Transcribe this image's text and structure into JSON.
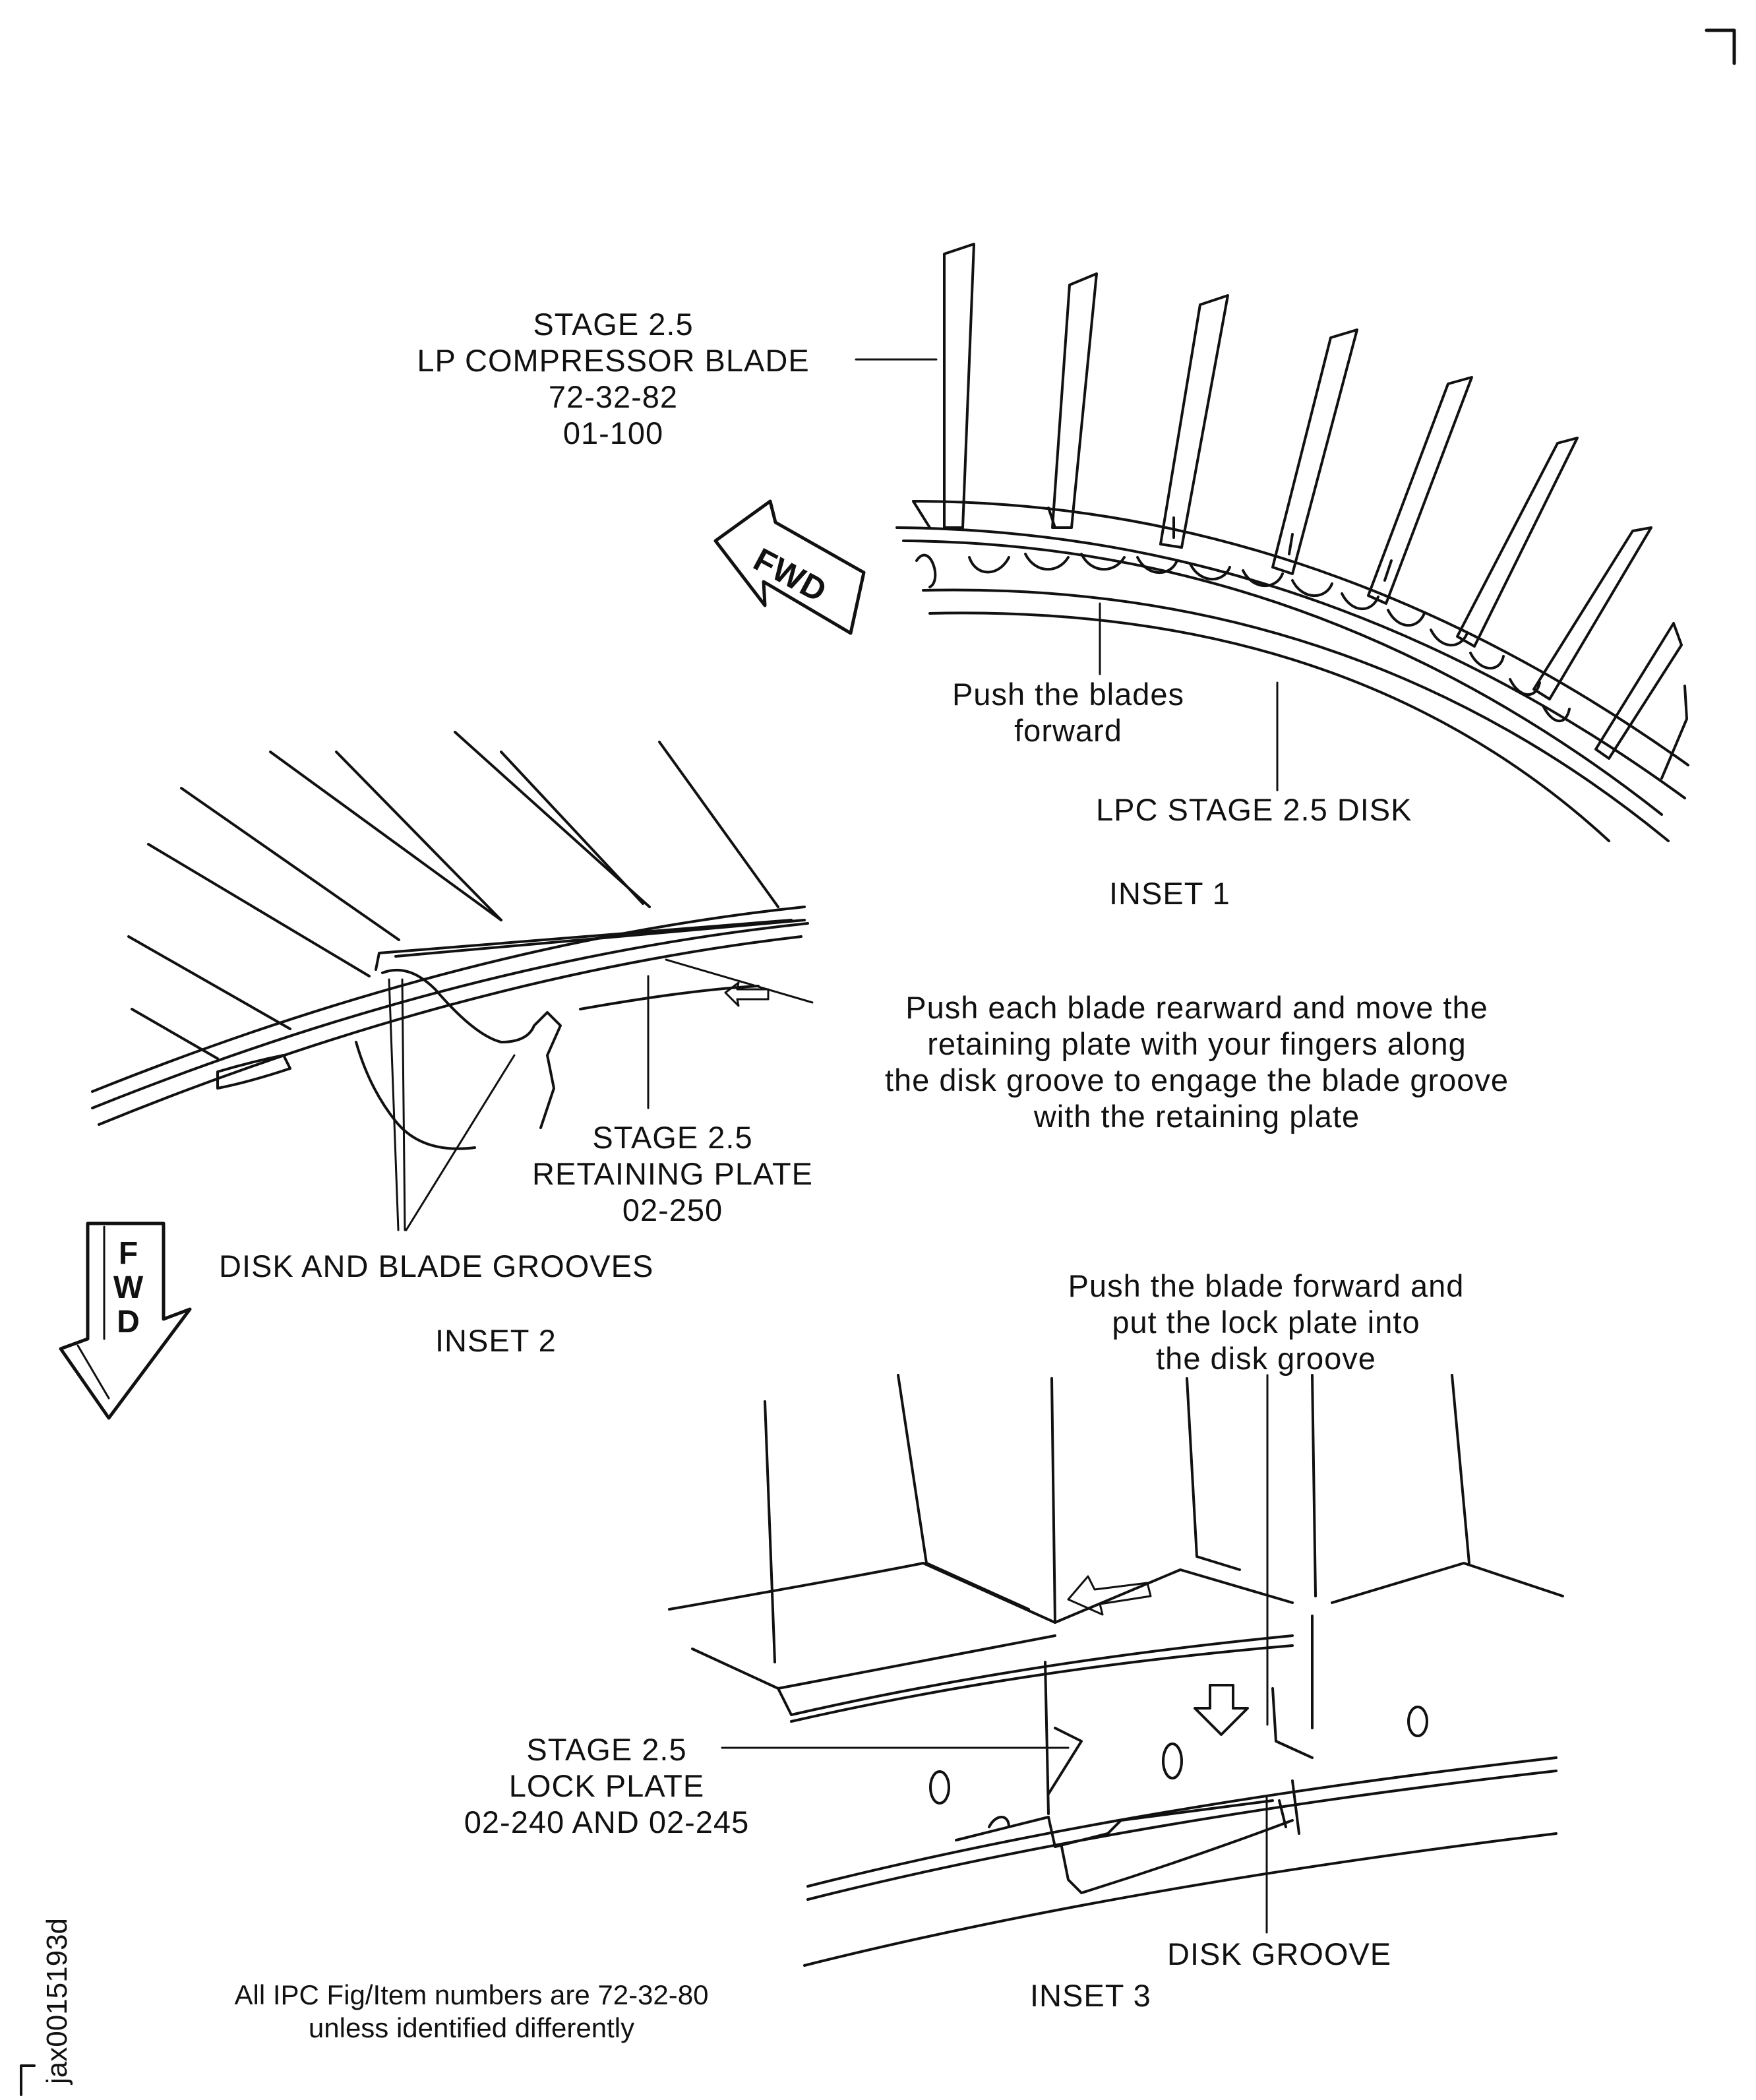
{
  "figure": {
    "figure_id": "jax0015193d",
    "footnote": {
      "line1": "All IPC Fig/Item numbers are 72-32-80",
      "line2": "unless identified differently"
    }
  },
  "inset1": {
    "caption": "INSET 1",
    "blade_callout": {
      "line1": "STAGE 2.5",
      "line2": "LP COMPRESSOR BLADE",
      "line3": "72-32-82",
      "line4": "01-100"
    },
    "push_callout": {
      "line1": "Push the blades",
      "line2": "forward"
    },
    "disk_callout": "LPC STAGE 2.5 DISK",
    "fwd_arrow": "FWD"
  },
  "inset2": {
    "caption": "INSET 2",
    "instruction": {
      "line1": "Push each blade rearward and move the",
      "line2": "retaining plate with your fingers along",
      "line3": "the disk groove to engage the blade groove",
      "line4": "with the retaining plate"
    },
    "plate_callout": {
      "line1": "STAGE 2.5",
      "line2": "RETAINING PLATE",
      "line3": "02-250"
    },
    "grooves_callout": "DISK AND BLADE GROOVES",
    "fwd_arrow": {
      "f": "F",
      "w": "W",
      "d": "D"
    }
  },
  "inset3": {
    "caption": "INSET 3",
    "instruction": {
      "line1": "Push the blade forward and",
      "line2": "put the lock plate into",
      "line3": "the disk groove"
    },
    "lock_plate_callout": {
      "line1": "STAGE 2.5",
      "line2": "LOCK PLATE",
      "line3": "02-240 AND 02-245"
    },
    "groove_callout": "DISK GROOVE"
  }
}
